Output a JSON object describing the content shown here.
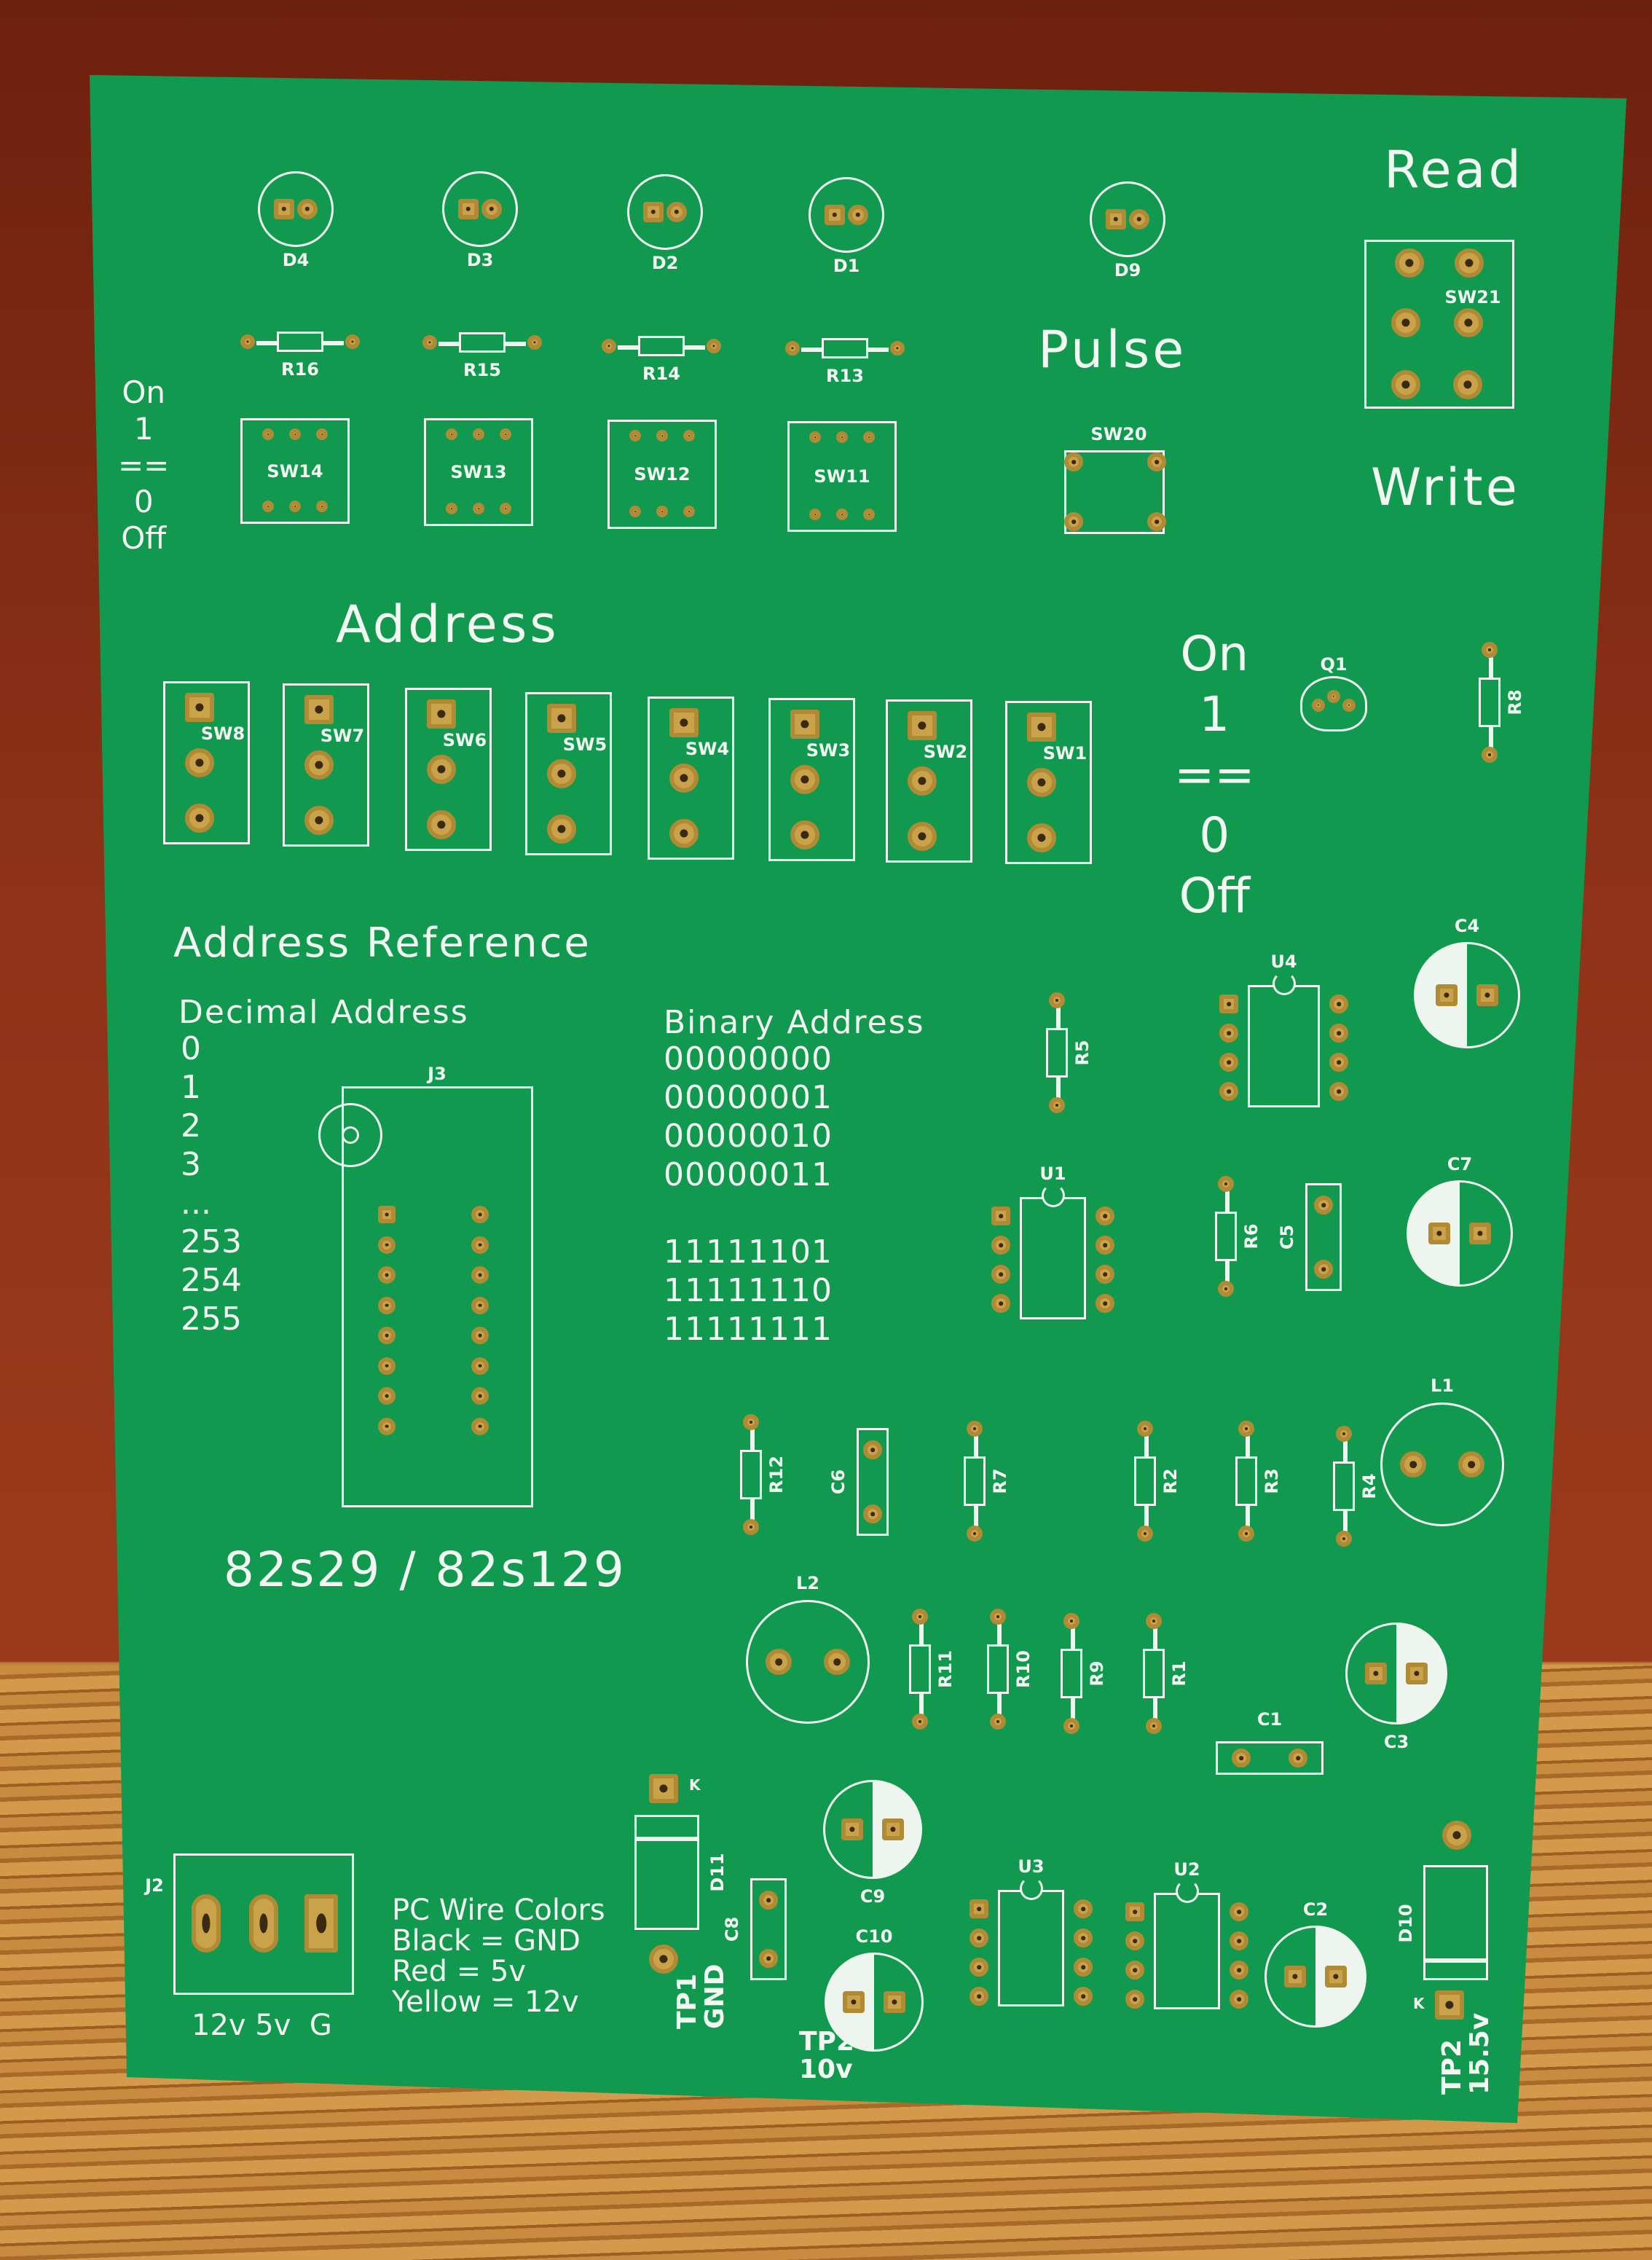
{
  "board_text": {
    "read": "Read",
    "pulse": "Pulse",
    "write": "Write",
    "left_on_off": [
      "On",
      "1",
      "==",
      "0",
      "Off"
    ],
    "right_on_off": [
      "On",
      "1",
      "==",
      "0",
      "Off"
    ],
    "address": "Address",
    "address_reference": "Address Reference",
    "decimal_header": "Decimal Address",
    "decimal_values": [
      "0",
      "1",
      "2",
      "3",
      "...",
      "253",
      "254",
      "255"
    ],
    "binary_header": "Binary Address",
    "binary_values": [
      "00000000",
      "00000001",
      "00000010",
      "00000011",
      "",
      "11111101",
      "11111110",
      "11111111"
    ],
    "chip_name": "82s29 / 82s129",
    "wire_colors": [
      "PC Wire Colors",
      "Black = GND",
      "Red = 5v",
      "Yellow = 12v"
    ],
    "power_pins": "12v 5v  G",
    "tp1": [
      "TP1",
      "GND"
    ],
    "tp2_left": [
      "TP2",
      "10v"
    ],
    "tp2_right": [
      "TP2",
      "15.5v"
    ],
    "k_left": "K",
    "k_right": "K"
  },
  "components": {
    "D4": "D4",
    "D3": "D3",
    "D2": "D2",
    "D1": "D1",
    "D9": "D9",
    "R16": "R16",
    "R15": "R15",
    "R14": "R14",
    "R13": "R13",
    "SW14": "SW14",
    "SW13": "SW13",
    "SW12": "SW12",
    "SW11": "SW11",
    "SW20": "SW20",
    "SW21": "SW21",
    "SW8": "SW8",
    "SW7": "SW7",
    "SW6": "SW6",
    "SW5": "SW5",
    "SW4": "SW4",
    "SW3": "SW3",
    "SW2": "SW2",
    "SW1": "SW1",
    "Q1": "Q1",
    "R8": "R8",
    "C4": "C4",
    "C7": "C7",
    "C3": "C3",
    "C2": "C2",
    "C9": "C9",
    "C10": "C10",
    "L1": "L1",
    "L2": "L2",
    "U4": "U4",
    "U1": "U1",
    "U3": "U3",
    "U2": "U2",
    "J3": "J3",
    "J2": "J2",
    "R5": "R5",
    "R6": "R6",
    "C5": "C5",
    "R12": "R12",
    "C6": "C6",
    "R7": "R7",
    "R2": "R2",
    "R3": "R3",
    "R4": "R4",
    "R11": "R11",
    "R10": "R10",
    "R9": "R9",
    "R1": "R1",
    "C1": "C1",
    "C8": "C8",
    "D11": "D11",
    "D10": "D10"
  },
  "colors": {
    "soldermask": "#119a4f",
    "silkscreen": "#f2f7f2",
    "pad": "#c9a24a"
  }
}
